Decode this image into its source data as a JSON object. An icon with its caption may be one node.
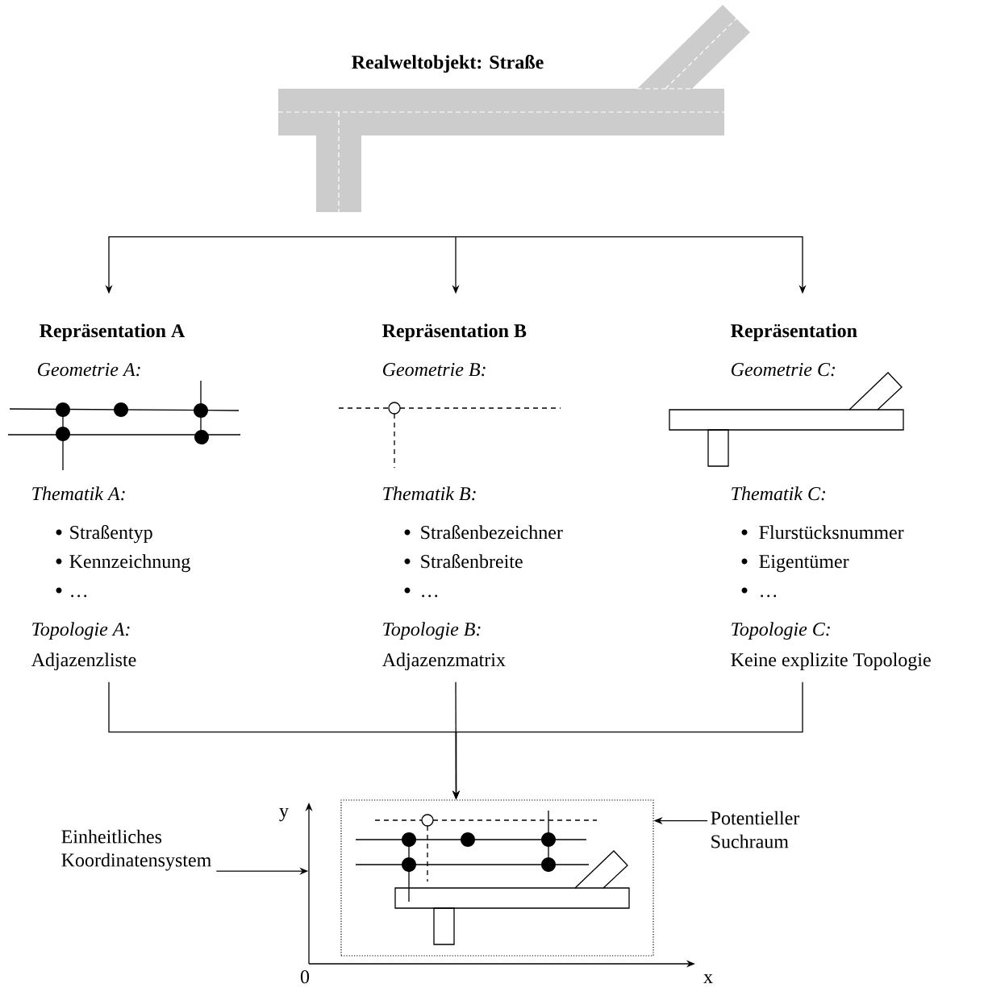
{
  "diagram": {
    "nodes": [
      {
        "text": [
          "Realweltobjekt: Straße"
        ]
      },
      {
        "text": [
          "Repräsentation A",
          "Geometrie A:",
          "Thematik A:",
          "Straßentyp",
          "Kennzeichnung",
          "…",
          "Topologie A:",
          "Adjazenzliste"
        ]
      },
      {
        "text": [
          "Repräsentation B",
          "Geometrie B:",
          "Thematik B:",
          "Straßenbezeichner",
          "Straßenbreite",
          "…",
          "Topologie B:",
          "Adjazenzmatrix"
        ]
      },
      {
        "text": [
          "Repräsentation",
          "Geometrie C:",
          "Thematik C:",
          "Flurstücksnummer",
          "Eigentümer",
          "…",
          "Topologie C:",
          "Keine explizite Topologie"
        ]
      },
      {
        "text": [],
        "shape": "box"
      },
      {
        "text": [
          "Einheitliches Koordinatensystem"
        ]
      },
      {
        "text": [
          "Potentieller Suchraum"
        ]
      }
    ],
    "edges": [
      {
        "from": 0,
        "to": 1,
        "arrow": "to"
      },
      {
        "from": 0,
        "to": 2,
        "arrow": "to"
      },
      {
        "from": 0,
        "to": 3,
        "arrow": "to"
      },
      {
        "from": 1,
        "to": 4,
        "arrow": "to"
      },
      {
        "from": 2,
        "to": 4,
        "arrow": "to"
      },
      {
        "from": 3,
        "to": 4,
        "arrow": "to"
      },
      {
        "from": 5,
        "to": null,
        "arrow": "to"
      },
      {
        "from": 6,
        "to": 4,
        "arrow": "to"
      }
    ],
    "labels": [
      "y",
      "0",
      "x"
    ]
  }
}
